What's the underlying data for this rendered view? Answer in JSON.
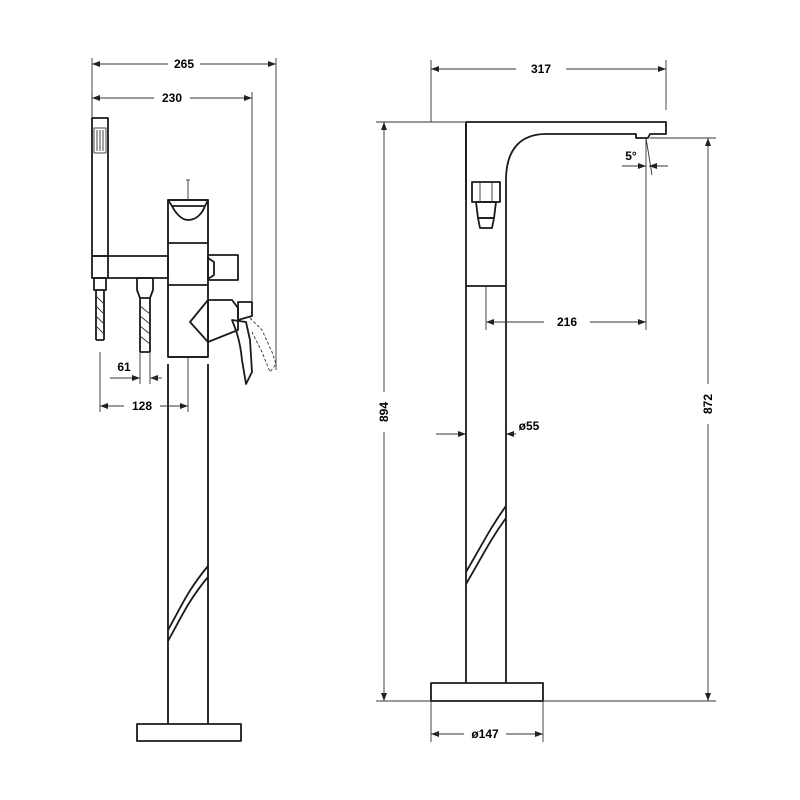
{
  "dimensions": {
    "left_overall_width": "265",
    "left_handle_width": "230",
    "left_hose_spacing": "61",
    "left_hose_offset": "128",
    "right_spout_reach": "317",
    "right_spout_angle": "5°",
    "right_outlet_offset": "216",
    "right_total_height": "894",
    "right_outlet_height": "872",
    "right_column_diameter": "ø55",
    "right_base_diameter": "ø147"
  }
}
